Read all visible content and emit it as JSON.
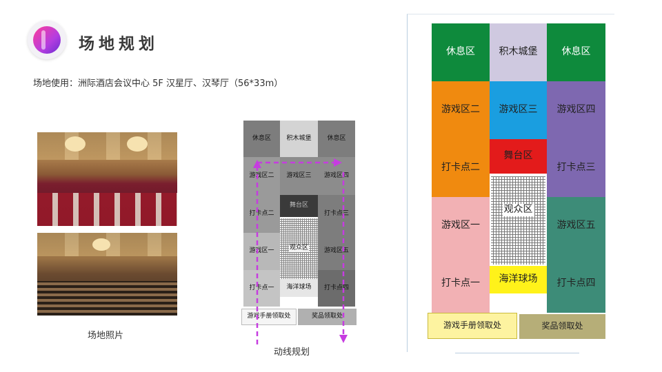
{
  "header": {
    "title": "场地规划",
    "subtitle": "场地使用：洲际酒店会议中心 5F 汉星厅、汉琴厅（56*33m）"
  },
  "photos": {
    "caption": "场地照片"
  },
  "flow_map": {
    "caption": "动线规划",
    "zones": {
      "rest_left": "休息区",
      "lego": "积木城堡",
      "rest_right": "休息区",
      "game2": "游戏区二",
      "game3": "游戏区三",
      "game4": "游戏区四",
      "check2": "打卡点二",
      "stage": "舞台区",
      "check3": "打卡点三",
      "game1": "游戏区一",
      "audience": "观众区",
      "game5": "游戏区五",
      "check1": "打卡点一",
      "ocean": "海洋球场",
      "check4": "打卡点四",
      "handbook": "游戏手册领取处",
      "prize": "奖品领取处"
    }
  },
  "main_map": {
    "zones": {
      "rest_left": "休息区",
      "lego": "积木城堡",
      "rest_right": "休息区",
      "game2": "游戏区二",
      "game3": "游戏区三",
      "game4": "游戏区四",
      "check2": "打卡点二",
      "stage": "舞台区",
      "check3": "打卡点三",
      "game1": "游戏区一",
      "audience": "观众区",
      "game5": "游戏区五",
      "check1": "打卡点一",
      "ocean": "海洋球场",
      "check4": "打卡点四",
      "handbook": "游戏手册领取处",
      "prize": "奖品领取处"
    },
    "colors": {
      "rest": "#0e8a3c",
      "lego": "#cfc9e0",
      "game2": "#f08a0f",
      "game3": "#1a9ee0",
      "game4": "#7e68b0",
      "stage": "#e31b1b",
      "pink": "#f2b1b4",
      "teal": "#3d8c78",
      "ocean": "#fff21a",
      "handbook": "#fdf3a0",
      "prize": "#b6ae78"
    }
  }
}
